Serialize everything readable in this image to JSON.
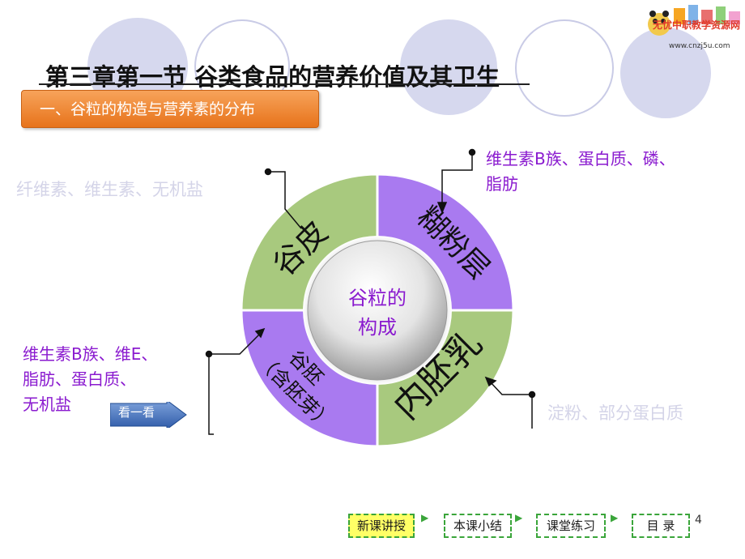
{
  "header": {
    "title": "第三章第一节  谷类食品的营养价值及其卫生",
    "section": "一、谷粒的构造与营养素的分布"
  },
  "logo": {
    "text": "无忧中职教学资源网",
    "url": "www.cnzj5u.com"
  },
  "diagram": {
    "center": [
      "谷粒的",
      "构成"
    ],
    "segments": {
      "top_left": "谷皮",
      "top_right": "糊粉层",
      "bottom_right": "内胚乳",
      "bottom_left_line1": "谷胚",
      "bottom_left_line2": "（含胚芽）"
    },
    "notes": {
      "husk": "纤维素、维生素、无机盐",
      "aleurone_line1": "维生素B族、蛋白质、磷、",
      "aleurone_line2": "脂肪",
      "germ_line1": "维生素B族、维E、",
      "germ_line2": "脂肪、蛋白质、",
      "germ_line3": "无机盐",
      "endosperm": "淀粉、部分蛋白质"
    },
    "colors": {
      "green": "#a8c97e",
      "purple": "#a97af0",
      "note_purple": "#8a1acf",
      "faded": "#d4d4e8"
    }
  },
  "controls": {
    "look_button": "看一看"
  },
  "nav": {
    "items": [
      "新课讲授",
      "本课小结",
      "课堂练习",
      "目  录"
    ],
    "active_index": 0,
    "page_number": "4"
  }
}
